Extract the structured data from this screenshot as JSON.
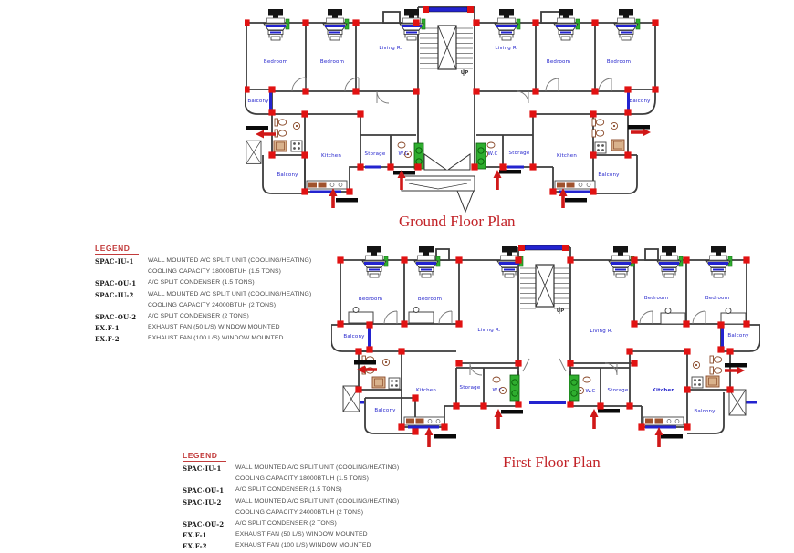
{
  "colors": {
    "title_red": "#c22227",
    "room_label_blue": "#2222cc",
    "column_red": "#e11212",
    "window_blue": "#2323cf",
    "condenser_green": "#2fae2f",
    "wall_gray": "#3d3d3d"
  },
  "ground_plan": {
    "title": "Ground Floor Plan",
    "labels": {
      "bedroom_1": "Bedroom",
      "bedroom_2": "Bedroom",
      "living_left": "Living R.",
      "living_right": "Living R.",
      "bedroom_3": "Bedroom",
      "bedroom_4": "Bedroom",
      "balcony_top_left": "Balcony",
      "balcony_top_right": "Balcony",
      "balcony_bottom_left": "Balcony",
      "balcony_bottom_right": "Balcony",
      "kitchen_left": "Kitchen",
      "kitchen_right": "Kitchen",
      "storage_left": "Storage",
      "storage_right": "Storage",
      "wc_left": "W.C",
      "wc_right": "W.C",
      "stair_up": "UP"
    }
  },
  "first_plan": {
    "title": "First Floor Plan",
    "labels": {
      "bedroom_1": "Bedroom",
      "bedroom_2": "Bedroom",
      "living_left": "Living R.",
      "living_right": "Living R.",
      "bedroom_3": "Bedroom",
      "bedroom_4": "Bedroom",
      "balcony_top_left": "Balcony",
      "balcony_top_right": "Balcony",
      "balcony_bottom_left": "Balcony",
      "balcony_bottom_right": "Balcony",
      "kitchen_left": "Kitchen",
      "kitchen_right": "Kitchen",
      "storage_left": "Storage",
      "storage_right": "Storage",
      "wc_left": "W.C",
      "wc_right": "W.C",
      "stair_up": "UP"
    }
  },
  "legend_ground": {
    "header": "LEGEND",
    "rows": [
      {
        "label": "SPAC-IU-1",
        "desc": "WALL MOUNTED A/C SPLIT UNIT (COOLING/HEATING)"
      },
      {
        "label": "",
        "desc": "COOLING CAPACITY 18000BTUH (1.5 TONS)"
      },
      {
        "label": "SPAC-OU-1",
        "desc": "A/C SPLIT CONDENSER (1.5 TONS)"
      },
      {
        "label": "SPAC-IU-2",
        "desc": "WALL MOUNTED A/C SPLIT UNIT (COOLING/HEATING)"
      },
      {
        "label": "",
        "desc": "COOLING CAPACITY 24000BTUH (2 TONS)"
      },
      {
        "label": "SPAC-OU-2",
        "desc": "A/C SPLIT CONDENSER (2 TONS)"
      },
      {
        "label": "EX.F-1",
        "desc": "EXHAUST FAN (50 L/S) WINDOW MOUNTED"
      },
      {
        "label": "EX.F-2",
        "desc": "EXHAUST FAN (100 L/S) WINDOW MOUNTED"
      }
    ]
  },
  "legend_first": {
    "header": "LEGEND",
    "rows": [
      {
        "label": "SPAC-IU-1",
        "desc": "WALL MOUNTED A/C SPLIT UNIT (COOLING/HEATING)"
      },
      {
        "label": "",
        "desc": "COOLING CAPACITY 18000BTUH (1.5 TONS)"
      },
      {
        "label": "SPAC-OU-1",
        "desc": "A/C SPLIT CONDENSER (1.5 TONS)"
      },
      {
        "label": "SPAC-IU-2",
        "desc": "WALL MOUNTED A/C SPLIT UNIT (COOLING/HEATING)"
      },
      {
        "label": "",
        "desc": "COOLING CAPACITY 24000BTUH (2 TONS)"
      },
      {
        "label": "SPAC-OU-2",
        "desc": "A/C SPLIT CONDENSER (2 TONS)"
      },
      {
        "label": "EX.F-1",
        "desc": "EXHAUST FAN (50 L/S) WINDOW MOUNTED"
      },
      {
        "label": "EX.F-2",
        "desc": "EXHAUST FAN (100 L/S) WINDOW MOUNTED"
      }
    ]
  }
}
